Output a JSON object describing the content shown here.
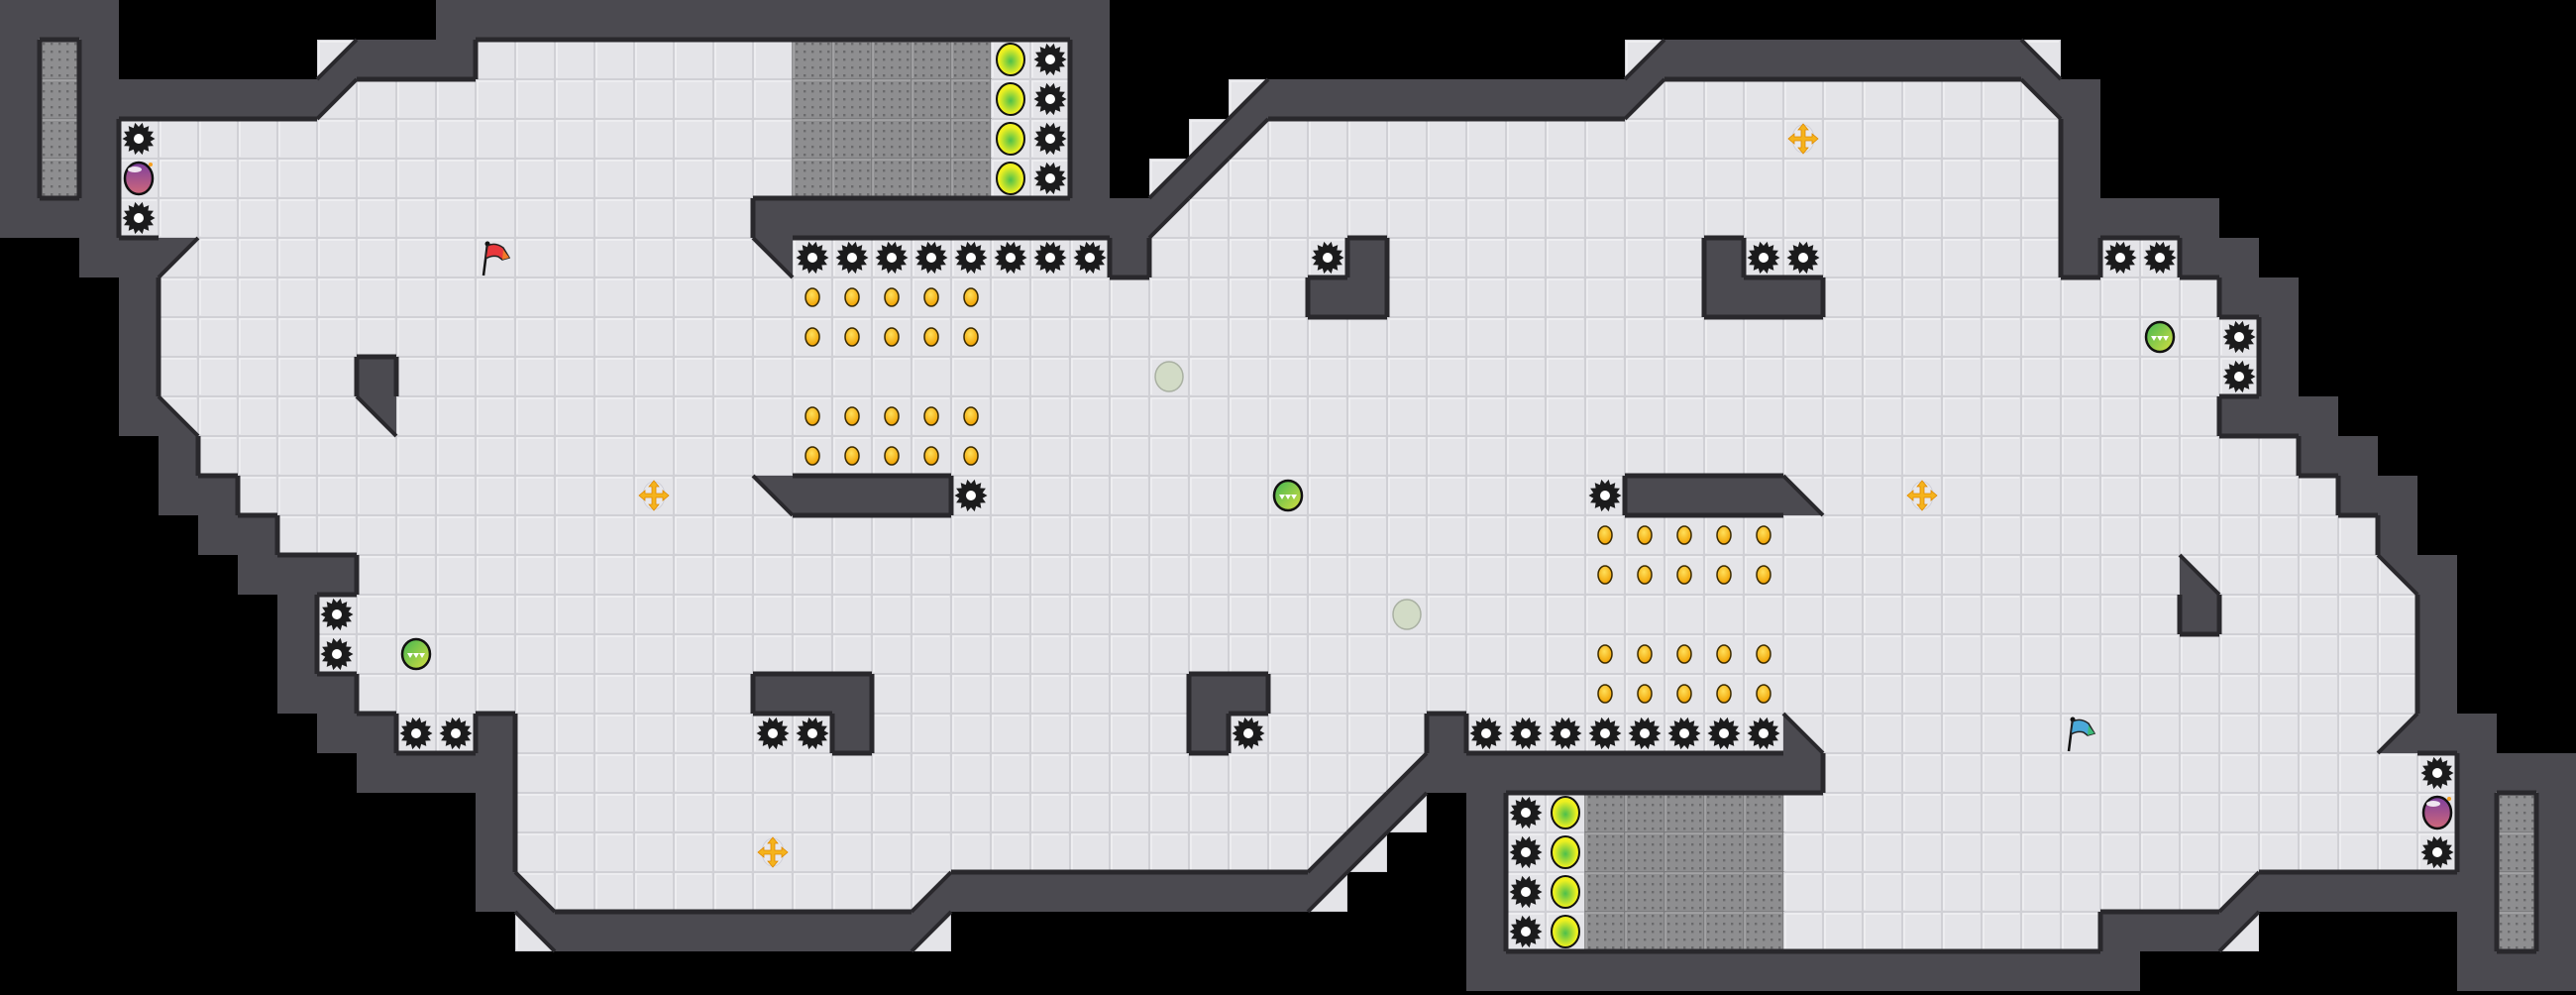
{
  "game": {
    "view": "level-map",
    "players": [
      "red-flag",
      "blue-flag"
    ]
  },
  "colors": {
    "background": "#000000",
    "wall": "#4b4a50",
    "wall_edge": "#29282c",
    "floor": "#e4e4e8",
    "floor_line": "#d0d0d5",
    "floor_light": "#f0f0f3",
    "block": "#8e8e90",
    "block_dot": "#6e6e70",
    "saw": "#1b1b1c",
    "coin": "#f7b500",
    "coin_light": "#ffe05a",
    "orb": "#eef020",
    "orb_core": "#4cbf4c",
    "bomb_a": "#c8647e",
    "bomb_b": "#7c3f9e",
    "creature_a": "#3fb552",
    "creature_b": "#d8e040",
    "cross": "#f5b31c",
    "ghost": "#d2dbc6",
    "flag_red": "#e8383c",
    "flag_red_tip": "#f07a28",
    "flag_blue": "#4aa8d8",
    "flag_blue_tip": "#3cba78"
  },
  "entities": {
    "S": "saw-blade-icon",
    "O": "yellow-orb-icon",
    "c": "coin-icon",
    "P": "bomb-icon",
    "G": "green-creature-icon",
    "X": "gold-cross-arrow-icon",
    "g": "ghost-bubble-icon",
    "R": "red-flag-icon",
    "F": "blue-flag-icon",
    "B": "metal-grate-block"
  }
}
